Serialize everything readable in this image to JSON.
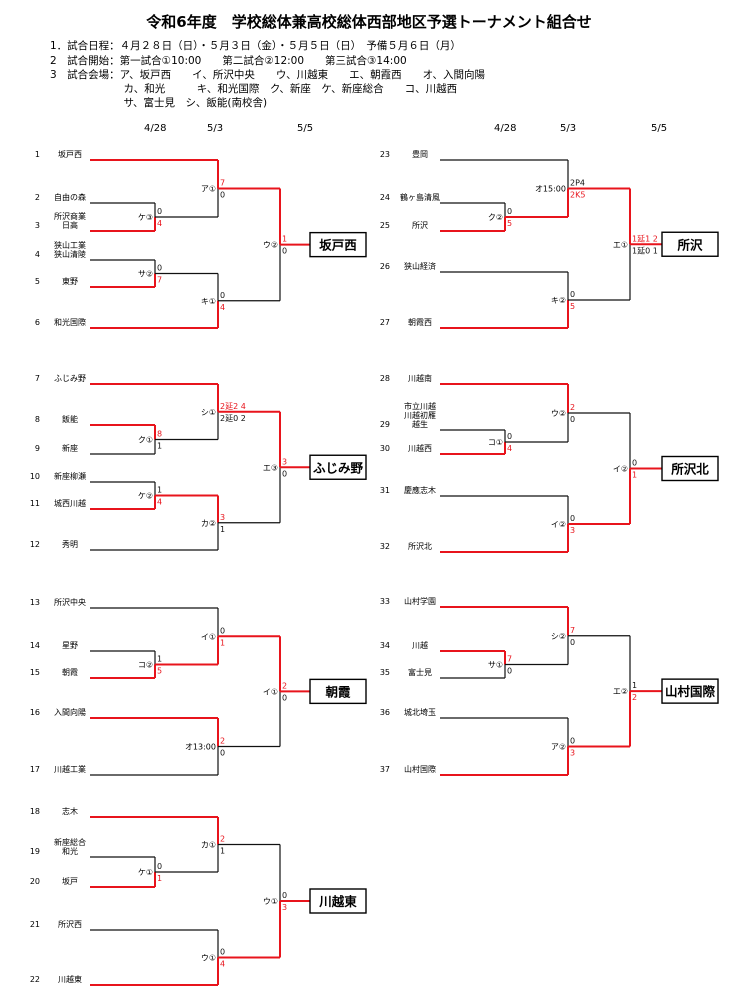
{
  "title": "令和6年度　学校総体兼高校総体西部地区予選トーナメント組合せ",
  "info": [
    "1．試合日程：４月２８日（日）・５月３日（金）・５月５日（日）　予備５月６日（月）",
    "2　試合開始：第一試合①10:00　　第二試合②12:00　　第三試合③14:00",
    "3　試合会場：ア、坂戸西　　イ、所沢中央　　ウ、川越東　　エ、朝霞西　　オ、入間向陽",
    "　　　　　　　カ、和光　　　キ、和光国際　ク、新座　ケ、新座総合　　コ、川越西",
    "　　　　　　　サ、富士見　シ、飯能(南校舎)"
  ],
  "date_headers": [
    "4/28",
    "5/3",
    "5/5"
  ],
  "brackets": [
    {
      "winner": "坂戸西",
      "final": {
        "label": "ウ②",
        "top": "1",
        "bot": "0",
        "win": "top"
      },
      "teams": [
        {
          "n": "1",
          "name": "坂戸西"
        },
        {
          "n": "2",
          "name": "自由の森"
        },
        {
          "n": "3",
          "name": "所沢商業\n日高"
        },
        {
          "n": "4",
          "name": "狭山工業\n狭山清陵"
        },
        {
          "n": "5",
          "name": "東野"
        },
        {
          "n": "6",
          "name": "和光国際"
        }
      ],
      "r1": [
        {
          "label": "ケ③",
          "top": "0",
          "bot": "4",
          "win": "bot"
        },
        {
          "label": "サ②",
          "top": "0",
          "bot": "7",
          "win": "bot"
        }
      ],
      "r2": [
        {
          "label": "ア①",
          "top": "7",
          "bot": "0",
          "win": "top"
        },
        {
          "label": "キ①",
          "top": "0",
          "bot": "4",
          "win": "bot"
        }
      ]
    },
    {
      "winner": "ふじみ野",
      "final": {
        "label": "エ③",
        "top": "3",
        "bot": "0",
        "win": "top"
      },
      "teams": [
        {
          "n": "7",
          "name": "ふじみ野"
        },
        {
          "n": "8",
          "name": "飯能"
        },
        {
          "n": "9",
          "name": "新座"
        },
        {
          "n": "10",
          "name": "新座柳瀬"
        },
        {
          "n": "11",
          "name": "城西川越"
        },
        {
          "n": "12",
          "name": "秀明"
        }
      ],
      "r1": [
        {
          "label": "ク①",
          "top": "8",
          "bot": "1",
          "win": "top"
        },
        {
          "label": "ケ②",
          "top": "1",
          "bot": "4",
          "win": "bot"
        }
      ],
      "r2": [
        {
          "label": "シ①",
          "top": "2延2 4",
          "bot": "2延0 2",
          "win": "top"
        },
        {
          "label": "カ②",
          "top": "3",
          "bot": "1",
          "win": "top"
        }
      ]
    },
    {
      "winner": "朝霞",
      "final": {
        "label": "イ①",
        "top": "2",
        "bot": "0",
        "win": "top"
      },
      "teams": [
        {
          "n": "13",
          "name": "所沢中央"
        },
        {
          "n": "14",
          "name": "星野"
        },
        {
          "n": "15",
          "name": "朝霞"
        },
        {
          "n": "16",
          "name": "入間向陽"
        },
        {
          "n": "17",
          "name": "川越工業"
        }
      ],
      "r1": [
        {
          "label": "コ②",
          "top": "1",
          "bot": "5",
          "win": "bot"
        }
      ],
      "r2": [
        {
          "label": "イ①",
          "top": "0",
          "bot": "1",
          "win": "bot"
        },
        {
          "label": "オ13:00",
          "top": "2",
          "bot": "0",
          "win": "top"
        }
      ]
    },
    {
      "winner": "川越東",
      "final": {
        "label": "ウ①",
        "top": "0",
        "bot": "3",
        "win": "bot"
      },
      "teams": [
        {
          "n": "18",
          "name": "志木"
        },
        {
          "n": "19",
          "name": "新座総合\n和光"
        },
        {
          "n": "20",
          "name": "坂戸"
        },
        {
          "n": "21",
          "name": "所沢西"
        },
        {
          "n": "22",
          "name": "川越東"
        }
      ],
      "r1": [
        {
          "label": "ケ①",
          "top": "0",
          "bot": "1",
          "win": "bot"
        }
      ],
      "r2": [
        {
          "label": "カ①",
          "top": "2",
          "bot": "1",
          "win": "top"
        },
        {
          "label": "ウ①",
          "top": "0",
          "bot": "4",
          "win": "bot"
        }
      ]
    },
    {
      "winner": "所沢",
      "final": {
        "label": "エ①",
        "top": "1延1 2",
        "bot": "1延0 1",
        "win": "top"
      },
      "teams": [
        {
          "n": "23",
          "name": "豊岡"
        },
        {
          "n": "24",
          "name": "鶴ヶ島清風"
        },
        {
          "n": "25",
          "name": "所沢"
        },
        {
          "n": "26",
          "name": "狭山経済"
        },
        {
          "n": "27",
          "name": "朝霞西"
        }
      ],
      "r1": [
        {
          "label": "ク②",
          "top": "0",
          "bot": "5",
          "win": "bot"
        }
      ],
      "r2": [
        {
          "label": "オ15:00",
          "top": "2P4",
          "bot": "2K5",
          "win": "bot"
        },
        {
          "label": "キ②",
          "top": "0",
          "bot": "5",
          "win": "bot"
        }
      ]
    },
    {
      "winner": "所沢北",
      "final": {
        "label": "イ②",
        "top": "0",
        "bot": "1",
        "win": "bot"
      },
      "teams": [
        {
          "n": "28",
          "name": "川越南"
        },
        {
          "n": "29",
          "name": "市立川越\n川越初雁\n越生"
        },
        {
          "n": "30",
          "name": "川越西"
        },
        {
          "n": "31",
          "name": "慶應志木"
        },
        {
          "n": "32",
          "name": "所沢北"
        }
      ],
      "r1": [
        {
          "label": "コ①",
          "top": "0",
          "bot": "4",
          "win": "bot"
        }
      ],
      "r2": [
        {
          "label": "ウ②",
          "top": "2",
          "bot": "0",
          "win": "top"
        },
        {
          "label": "イ②",
          "top": "0",
          "bot": "3",
          "win": "bot"
        }
      ]
    },
    {
      "winner": "山村国際",
      "final": {
        "label": "エ②",
        "top": "1",
        "bot": "2",
        "win": "bot"
      },
      "teams": [
        {
          "n": "33",
          "name": "山村学園"
        },
        {
          "n": "34",
          "name": "川越"
        },
        {
          "n": "35",
          "name": "富士見"
        },
        {
          "n": "36",
          "name": "城北埼玉"
        },
        {
          "n": "37",
          "name": "山村国際"
        }
      ],
      "r1": [
        {
          "label": "サ①",
          "top": "7",
          "bot": "0",
          "win": "top"
        }
      ],
      "r2": [
        {
          "label": "シ②",
          "top": "7",
          "bot": "0",
          "win": "top"
        },
        {
          "label": "ア②",
          "top": "0",
          "bot": "3",
          "win": "bot"
        }
      ]
    }
  ],
  "colors": {
    "win": "#e8141c",
    "line": "#111111"
  }
}
